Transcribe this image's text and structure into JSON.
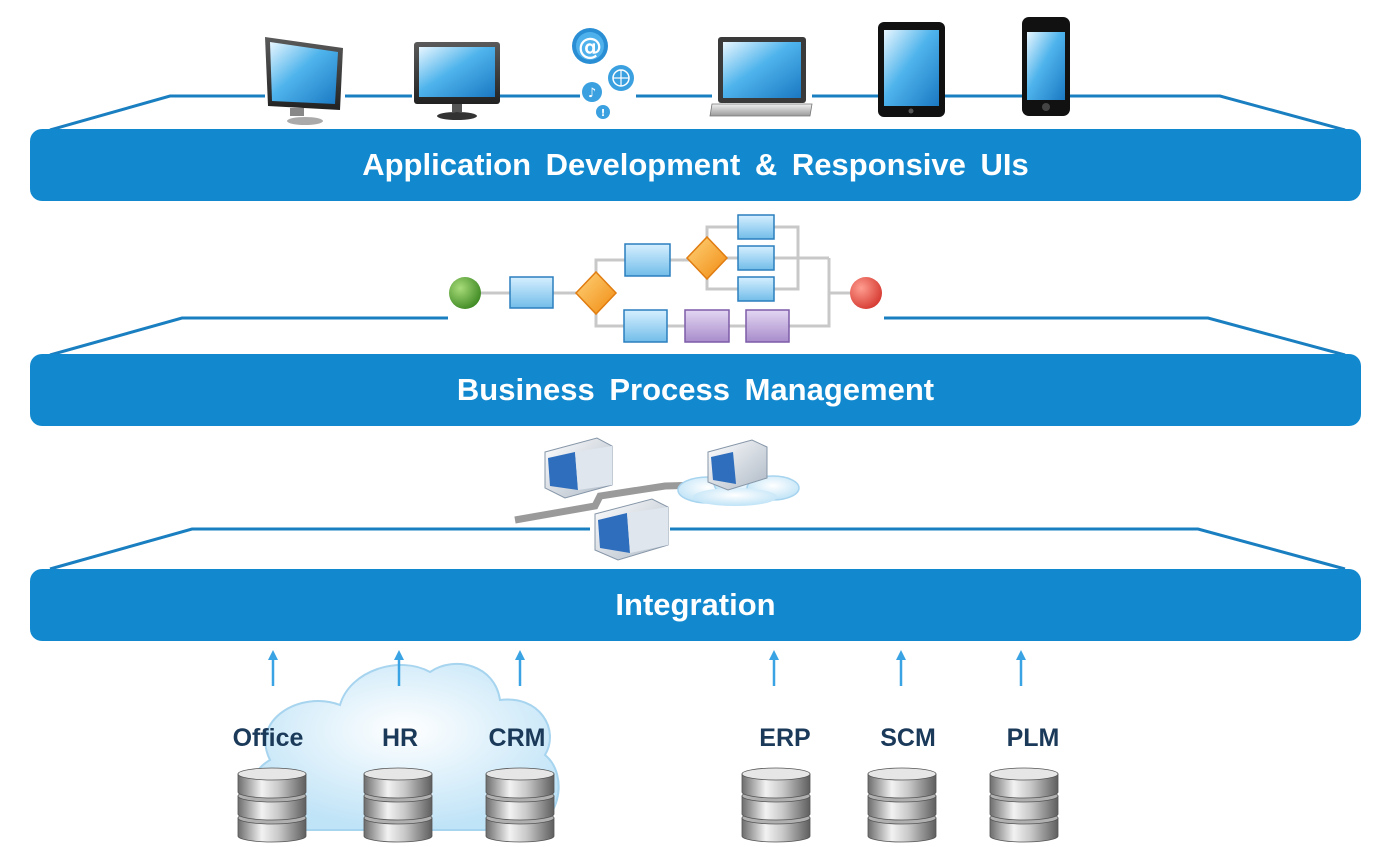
{
  "layers": {
    "application": "Application Development & Responsive UIs",
    "bpm": "Business Process Management",
    "integration": "Integration"
  },
  "sources": [
    {
      "label": "Office",
      "icon": "database-icon",
      "in_cloud": true
    },
    {
      "label": "HR",
      "icon": "database-icon",
      "in_cloud": true
    },
    {
      "label": "CRM",
      "icon": "database-icon",
      "in_cloud": true
    },
    {
      "label": "ERP",
      "icon": "database-icon",
      "in_cloud": false
    },
    {
      "label": "SCM",
      "icon": "database-icon",
      "in_cloud": false
    },
    {
      "label": "PLM",
      "icon": "database-icon",
      "in_cloud": false
    }
  ],
  "devices": [
    "desktop-monitor-icon",
    "tv-monitor-icon",
    "web-email-music-icon",
    "laptop-icon",
    "tablet-icon",
    "smartphone-icon"
  ],
  "colors": {
    "band": "#1289cf",
    "line": "#1a7fc0",
    "arrow": "#3aa3e3",
    "label": "#1b3a5a",
    "bpm_start": "#5aa837",
    "bpm_end": "#e8524a",
    "bpm_gateway": "#f5a020",
    "bpm_task": "#8fcbef",
    "bpm_task_alt": "#b9a1d6"
  }
}
